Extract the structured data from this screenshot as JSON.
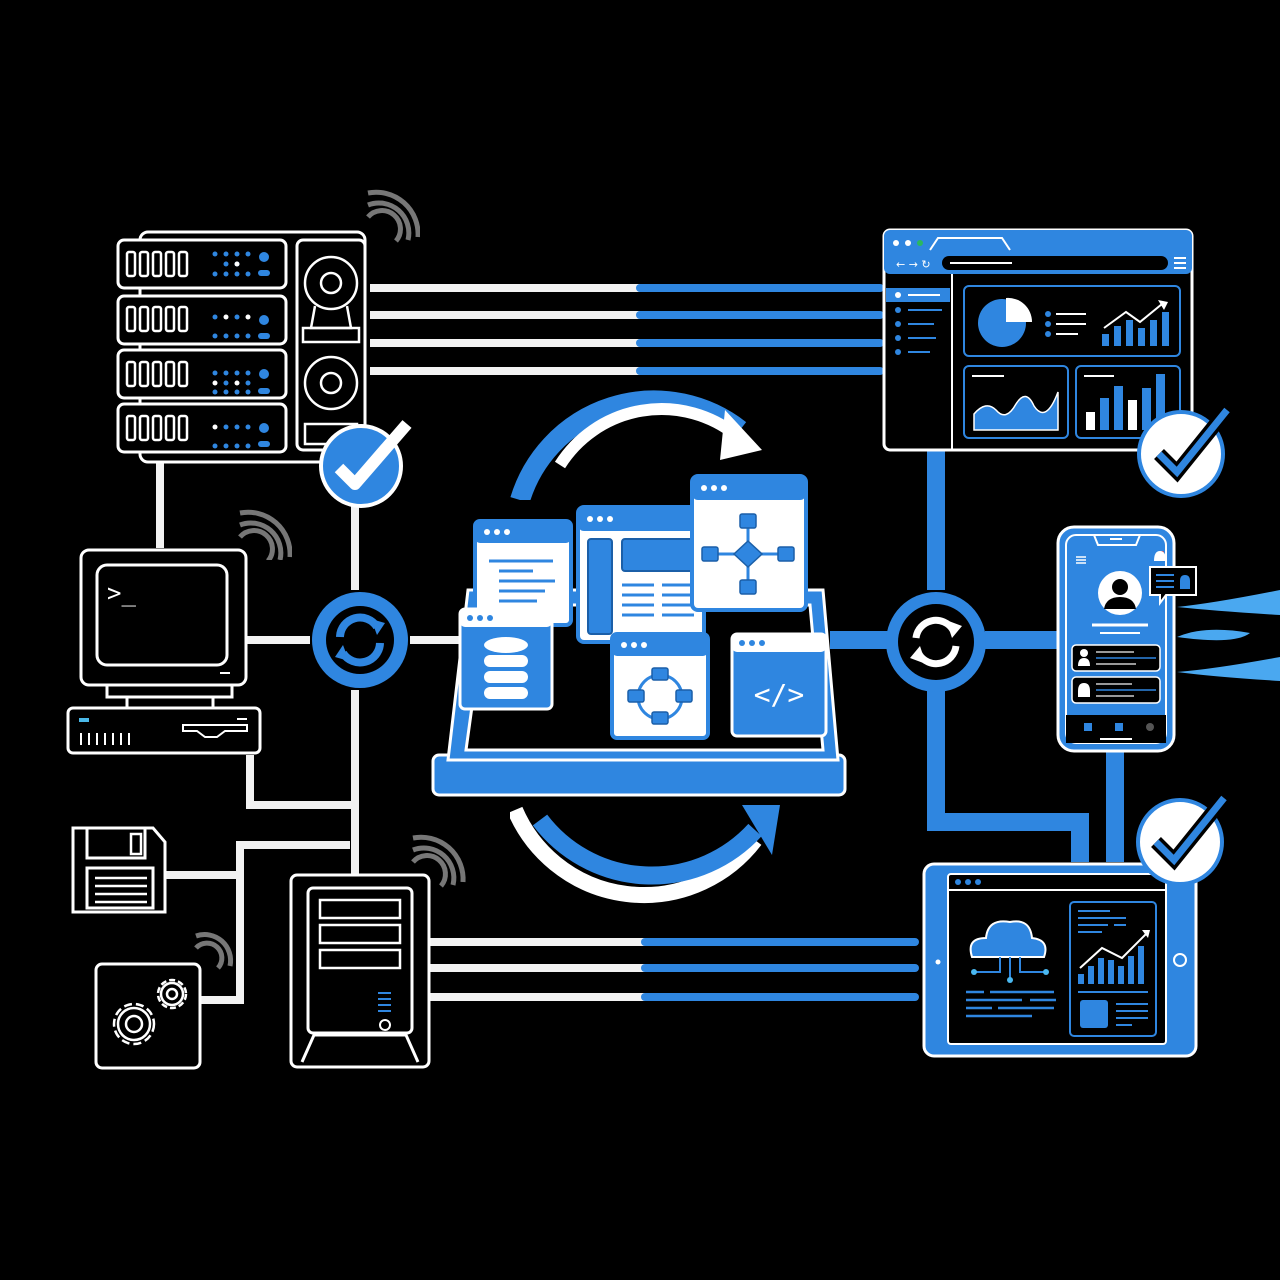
{
  "diagram": {
    "title": "",
    "colors": {
      "background": "#000000",
      "accent": "#2f86e0",
      "accent_light": "#4aa8f0",
      "line_white": "#f2f2f2",
      "outline": "#ffffff"
    },
    "left_nodes": [
      {
        "id": "server-rack",
        "icon": "server-rack-icon",
        "status": "verified"
      },
      {
        "id": "desktop-terminal",
        "icon": "terminal-computer-icon",
        "prompt": ">_"
      },
      {
        "id": "floppy-disk",
        "icon": "floppy-disk-icon"
      },
      {
        "id": "gear-settings",
        "icon": "gears-icon"
      },
      {
        "id": "tower-server",
        "icon": "tower-server-icon"
      }
    ],
    "center": {
      "id": "integration-platform",
      "windows": [
        {
          "id": "code-doc-window",
          "icon": "document-lines-icon"
        },
        {
          "id": "layout-window",
          "icon": "layout-wireframe-icon"
        },
        {
          "id": "flow-window",
          "icon": "flowchart-diamond-icon"
        },
        {
          "id": "database-window",
          "icon": "database-icon"
        },
        {
          "id": "process-window",
          "icon": "process-cycle-icon"
        },
        {
          "id": "code-window",
          "icon": "code-icon",
          "glyph": "</>"
        }
      ],
      "cycle_arrows": [
        "top-arc-arrow",
        "bottom-arc-arrow"
      ]
    },
    "sync_nodes": [
      {
        "id": "sync-left",
        "icon": "sync-icon"
      },
      {
        "id": "sync-right",
        "icon": "sync-icon"
      }
    ],
    "right_nodes": [
      {
        "id": "web-dashboard",
        "icon": "browser-dashboard-icon",
        "status": "verified"
      },
      {
        "id": "mobile-app",
        "icon": "mobile-profile-icon"
      },
      {
        "id": "tablet-cloud",
        "icon": "tablet-cloud-analytics-icon",
        "status": "verified"
      }
    ],
    "wireless_signals": 5
  }
}
